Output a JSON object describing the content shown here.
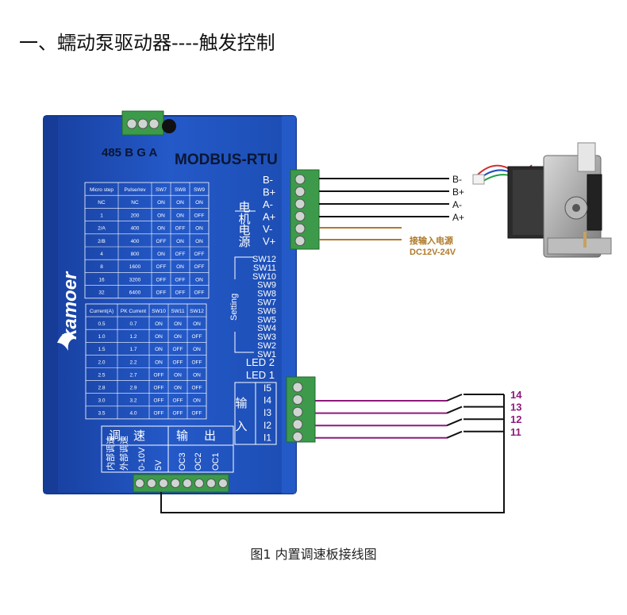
{
  "title": "一、蠕动泵驱动器----触发控制",
  "caption": "图1 内置调速板接线图",
  "driver": {
    "port_485": "485 B G A",
    "protocol": "MODBUS-RTU",
    "brand": "kamoer",
    "motor_section": "电机",
    "power_section": "电源",
    "motor_terminals": [
      "B-",
      "B+",
      "A-",
      "A+"
    ],
    "power_terminals": [
      "V-",
      "V+"
    ],
    "setting_label": "Setting",
    "switches": [
      "SW12",
      "SW11",
      "SW10",
      "SW9",
      "SW8",
      "SW7",
      "SW6",
      "SW5",
      "SW4",
      "SW3",
      "SW2",
      "SW1"
    ],
    "leds": [
      "LED 2",
      "LED 1"
    ],
    "input_section": "输入",
    "input_terminals": [
      "I5",
      "I4",
      "I3",
      "I2",
      "I1"
    ],
    "speed_section": "调速",
    "output_section": "输出",
    "bottom_labels": [
      "内部调速",
      "外部调速",
      "0-10V",
      "5V",
      "OC3",
      "OC2",
      "OC1"
    ]
  },
  "microstep_table": {
    "headers": [
      "Micro step",
      "Pulse/rev",
      "SW7",
      "SW8",
      "SW9"
    ],
    "rows": [
      [
        "NC",
        "NC",
        "ON",
        "ON",
        "ON"
      ],
      [
        "1",
        "200",
        "ON",
        "ON",
        "OFF"
      ],
      [
        "2/A",
        "400",
        "ON",
        "OFF",
        "ON"
      ],
      [
        "2/B",
        "400",
        "OFF",
        "ON",
        "ON"
      ],
      [
        "4",
        "800",
        "ON",
        "OFF",
        "OFF"
      ],
      [
        "8",
        "1600",
        "OFF",
        "ON",
        "OFF"
      ],
      [
        "16",
        "3200",
        "OFF",
        "OFF",
        "ON"
      ],
      [
        "32",
        "6400",
        "OFF",
        "OFF",
        "OFF"
      ]
    ]
  },
  "current_table": {
    "headers": [
      "Current(A)",
      "PK Current",
      "SW10",
      "SW11",
      "SW12"
    ],
    "rows": [
      [
        "0.5",
        "0.7",
        "ON",
        "ON",
        "ON"
      ],
      [
        "1.0",
        "1.2",
        "ON",
        "ON",
        "OFF"
      ],
      [
        "1.5",
        "1.7",
        "ON",
        "OFF",
        "ON"
      ],
      [
        "2.0",
        "2.2",
        "ON",
        "OFF",
        "OFF"
      ],
      [
        "2.5",
        "2.7",
        "OFF",
        "ON",
        "ON"
      ],
      [
        "2.8",
        "2.9",
        "OFF",
        "ON",
        "OFF"
      ],
      [
        "3.0",
        "3.2",
        "OFF",
        "OFF",
        "ON"
      ],
      [
        "3.5",
        "4.0",
        "OFF",
        "OFF",
        "OFF"
      ]
    ]
  },
  "motor_wires": [
    "B-",
    "B+",
    "A-",
    "A+"
  ],
  "power_note": [
    "接输入电源",
    "DC12V-24V"
  ],
  "switch_labels": [
    "14",
    "13",
    "12",
    "11"
  ],
  "colors": {
    "driver_blue": "#1f4fb8",
    "terminal_green": "#3c9a4a",
    "power_wire": "#b07a2a",
    "input_wire": "#8e1a7e",
    "black_wire": "#111111"
  }
}
